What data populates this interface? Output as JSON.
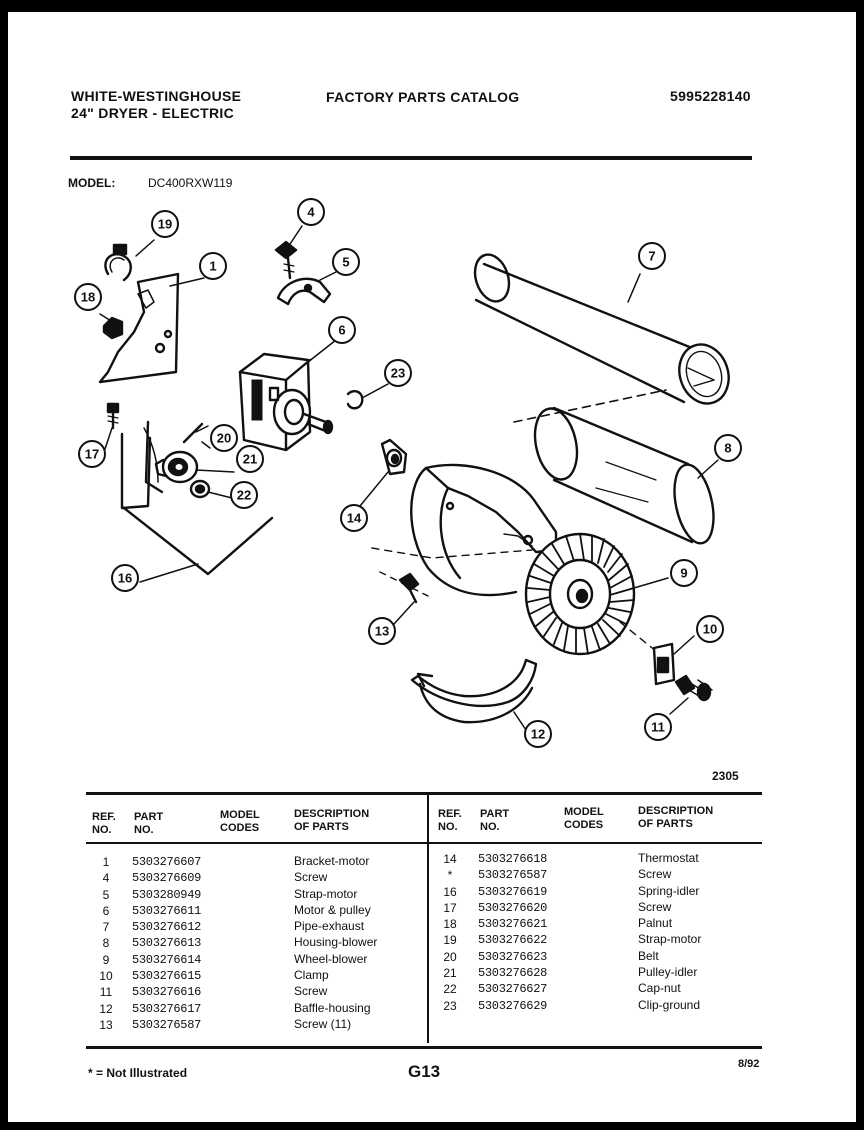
{
  "header": {
    "brand": "WHITE-WESTINGHOUSE",
    "product": "24\" DRYER - ELECTRIC",
    "catalog_title": "FACTORY PARTS CATALOG",
    "catalog_number": "5995228140",
    "model_label": "MODEL:",
    "model_value": "DC400RXW119"
  },
  "diagram": {
    "id": "2305",
    "callouts": [
      "1",
      "4",
      "5",
      "6",
      "7",
      "8",
      "9",
      "10",
      "11",
      "12",
      "13",
      "14",
      "16",
      "17",
      "18",
      "19",
      "20",
      "21",
      "22",
      "23"
    ]
  },
  "table": {
    "headers": {
      "ref": "REF.\nNO.",
      "part": "PART\nNO.",
      "codes": "MODEL\nCODES",
      "desc": "DESCRIPTION\nOF PARTS"
    },
    "left": {
      "refs": [
        "1",
        "4",
        "5",
        "6",
        "7",
        "8",
        "9",
        "10",
        "11",
        "12",
        "13"
      ],
      "parts": [
        "5303276607",
        "5303276609",
        "5303280949",
        "5303276611",
        "5303276612",
        "5303276613",
        "5303276614",
        "5303276615",
        "5303276616",
        "5303276617",
        "5303276587"
      ],
      "descs": [
        "Bracket-motor",
        "Screw",
        "Strap-motor",
        "Motor & pulley",
        "Pipe-exhaust",
        "Housing-blower",
        "Wheel-blower",
        "Clamp",
        "Screw",
        "Baffle-housing",
        "Screw (11)"
      ]
    },
    "right": {
      "refs": [
        "14",
        "*",
        "16",
        "17",
        "18",
        "19",
        "20",
        "21",
        "22",
        "23"
      ],
      "parts": [
        "5303276618",
        "5303276587",
        "5303276619",
        "5303276620",
        "5303276621",
        "5303276622",
        "5303276623",
        "5303276628",
        "5303276627",
        "5303276629"
      ],
      "descs": [
        "Thermostat",
        "Screw",
        "Spring-idler",
        "Screw",
        "Palnut",
        "Strap-motor",
        "Belt",
        "Pulley-idler",
        "Cap-nut",
        "Clip-ground"
      ]
    }
  },
  "footer": {
    "note": "* = Not Illustrated",
    "page": "G13",
    "date": "8/92"
  }
}
